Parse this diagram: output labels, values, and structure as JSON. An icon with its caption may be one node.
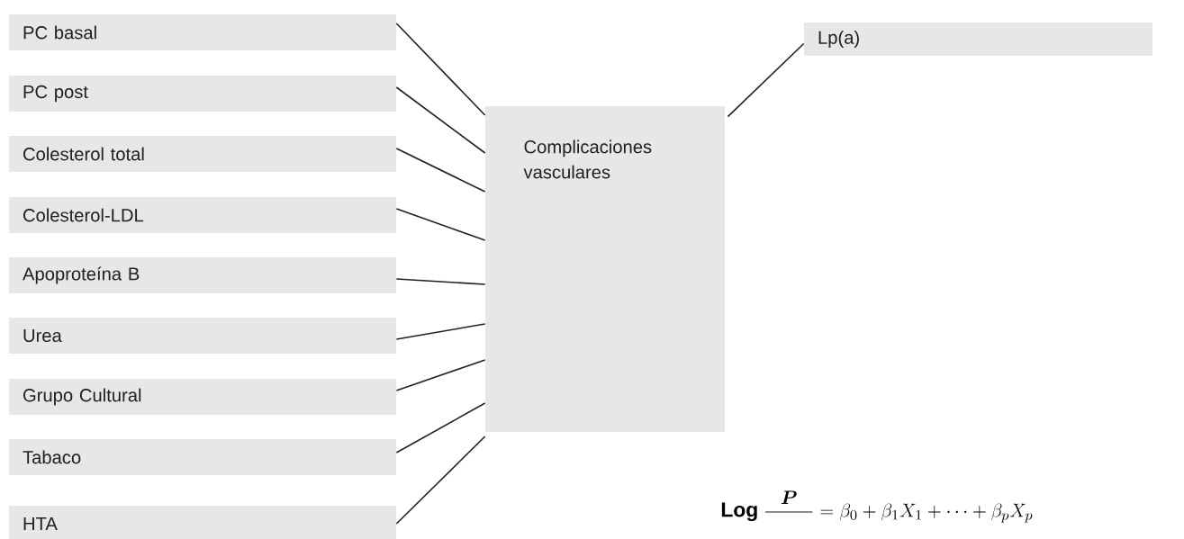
{
  "diagram": {
    "nodes": [
      {
        "text": [
          "PC basal"
        ]
      },
      {
        "text": [
          "PC post"
        ]
      },
      {
        "text": [
          "Colesterol total"
        ]
      },
      {
        "text": [
          "Colesterol-LDL"
        ]
      },
      {
        "text": [
          "Apoproteína B"
        ]
      },
      {
        "text": [
          "Urea"
        ]
      },
      {
        "text": [
          "Grupo Cultural"
        ]
      },
      {
        "text": [
          "Tabaco"
        ]
      },
      {
        "text": [
          "HTA"
        ]
      },
      {
        "text": [
          "Complicaciones vasculares"
        ]
      },
      {
        "text": [
          "Lp(a)"
        ]
      }
    ],
    "edges": [
      {
        "from": 0,
        "to": 9,
        "arrow": "none"
      },
      {
        "from": 1,
        "to": 9,
        "arrow": "none"
      },
      {
        "from": 2,
        "to": 9,
        "arrow": "none"
      },
      {
        "from": 3,
        "to": 9,
        "arrow": "none"
      },
      {
        "from": 4,
        "to": 9,
        "arrow": "none"
      },
      {
        "from": 5,
        "to": 9,
        "arrow": "none"
      },
      {
        "from": 6,
        "to": 9,
        "arrow": "none"
      },
      {
        "from": 7,
        "to": 9,
        "arrow": "none"
      },
      {
        "from": 8,
        "to": 9,
        "arrow": "none"
      },
      {
        "from": 9,
        "to": 10,
        "arrow": "none"
      }
    ],
    "labels": [
      "\\mathbf{Log}\\ \\frac{\\boldsymbol{P}}{\\phantom{1-P}} = \\beta_0 + \\beta_1 X_1 + \\dots + \\beta_p X_p"
    ]
  }
}
